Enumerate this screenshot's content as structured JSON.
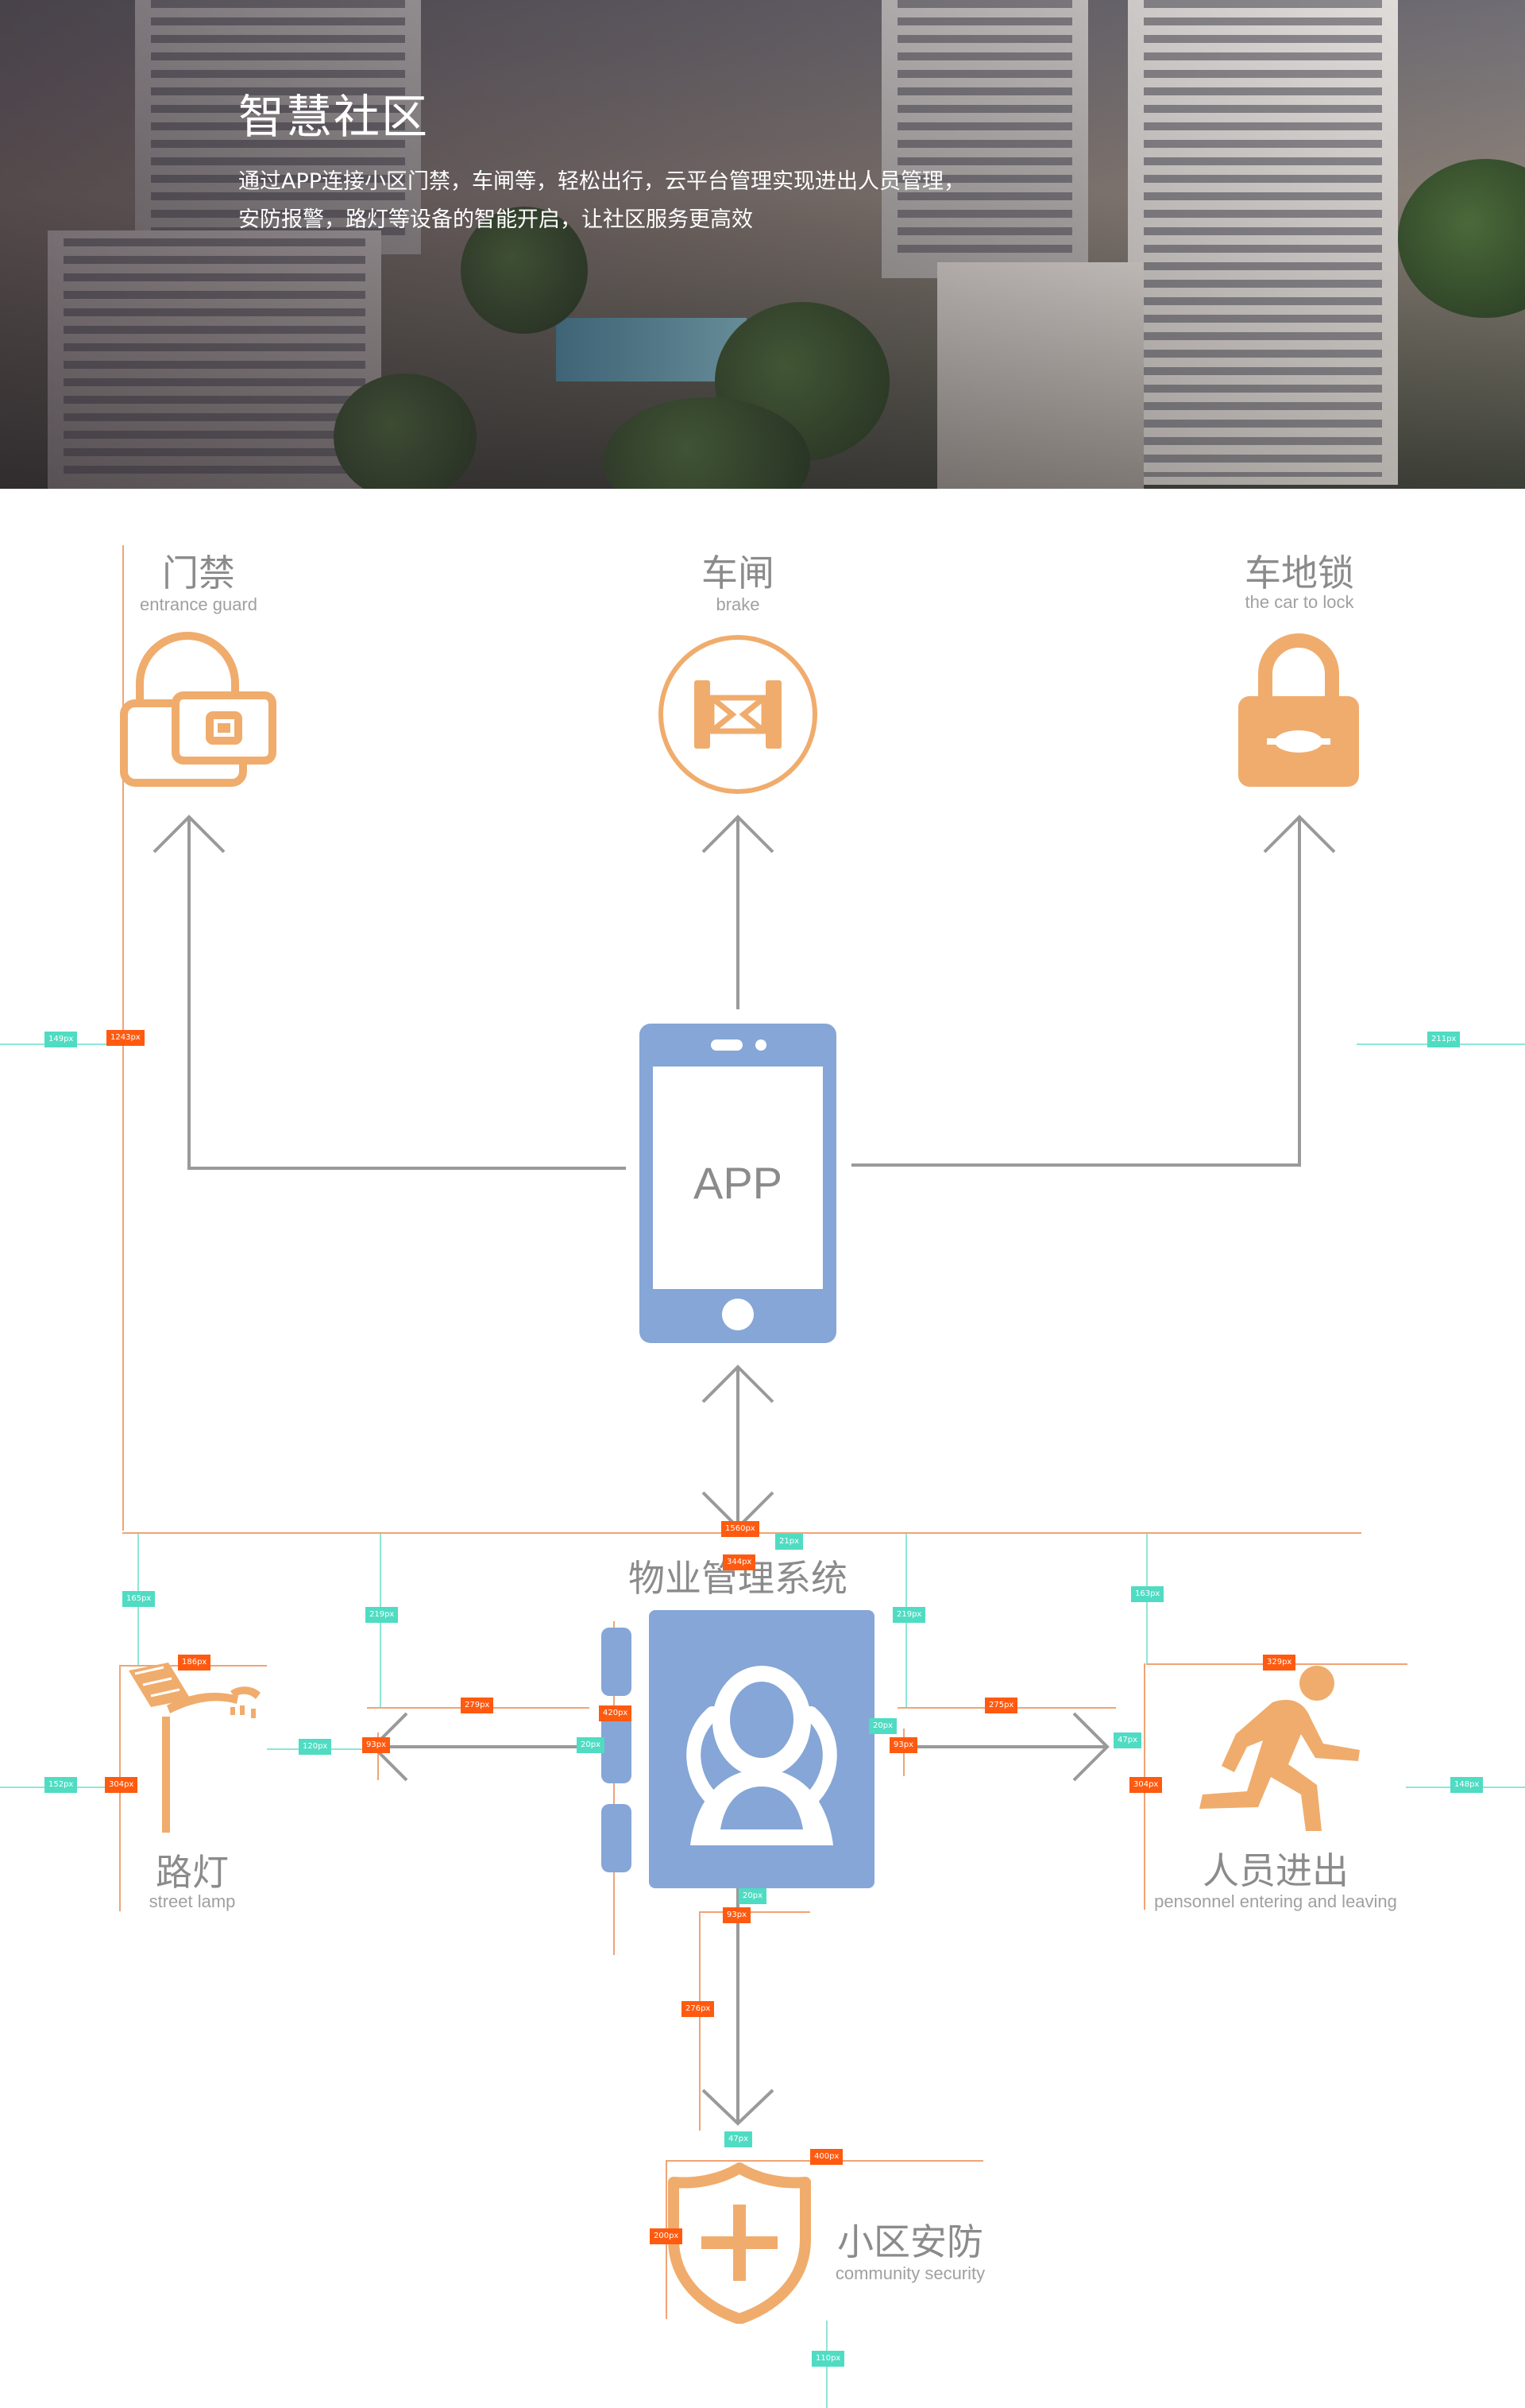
{
  "hero": {
    "title": "智慧社区",
    "desc_line1": "通过APP连接小区门禁，车闸等，轻松出行，云平台管理实现进出人员管理，",
    "desc_line2": "安防报警，路灯等设备的智能开启，让社区服务更高效"
  },
  "colors": {
    "orange": "#f0ac6c",
    "blue": "#85a6d6",
    "gray_line": "#9a9a9a",
    "tag_orange": "#ff5a10",
    "tag_teal": "#4fdcc2"
  },
  "nodes": {
    "guard": {
      "title": "门禁",
      "subtitle": "entrance guard",
      "icon": "unlock-card-icon"
    },
    "brake": {
      "title": "车闸",
      "subtitle": "brake",
      "icon": "gate-barrier-icon"
    },
    "carlock": {
      "title": "车地锁",
      "subtitle": "the car to lock",
      "icon": "padlock-icon"
    },
    "app": {
      "label": "APP",
      "icon": "smartphone-icon"
    },
    "property": {
      "title": "物业管理系统",
      "icon": "users-icon"
    },
    "lamp": {
      "title": "路灯",
      "subtitle": "street lamp",
      "icon": "solar-street-lamp-icon"
    },
    "people": {
      "title": "人员进出",
      "subtitle": "pensonnel entering and leaving",
      "icon": "running-person-icon"
    },
    "security": {
      "title": "小区安防",
      "subtitle": "community security",
      "icon": "shield-plus-icon"
    }
  },
  "annotations": {
    "left_149": "149px",
    "left_1243": "1243px",
    "right_211": "211px",
    "top_1560": "1560px",
    "top_21": "21px",
    "top_344": "344px",
    "lamp_165": "165px",
    "lamp_186": "186px",
    "lamp_152": "152px",
    "lamp_304": "304px",
    "lamp_120": "120px",
    "mid_219a": "219px",
    "mid_279": "279px",
    "mid_93a": "93px",
    "mid_20a": "20px",
    "mid_420": "420px",
    "mid_219b": "219px",
    "mid_275": "275px",
    "mid_20b": "20px",
    "mid_93b": "93px",
    "people_163": "163px",
    "people_329": "329px",
    "people_47": "47px",
    "people_304": "304px",
    "people_148": "148px",
    "bot_20": "20px",
    "bot_93": "93px",
    "bot_276": "276px",
    "bot_47": "47px",
    "bot_400": "400px",
    "bot_200": "200px",
    "bot_110": "110px"
  }
}
